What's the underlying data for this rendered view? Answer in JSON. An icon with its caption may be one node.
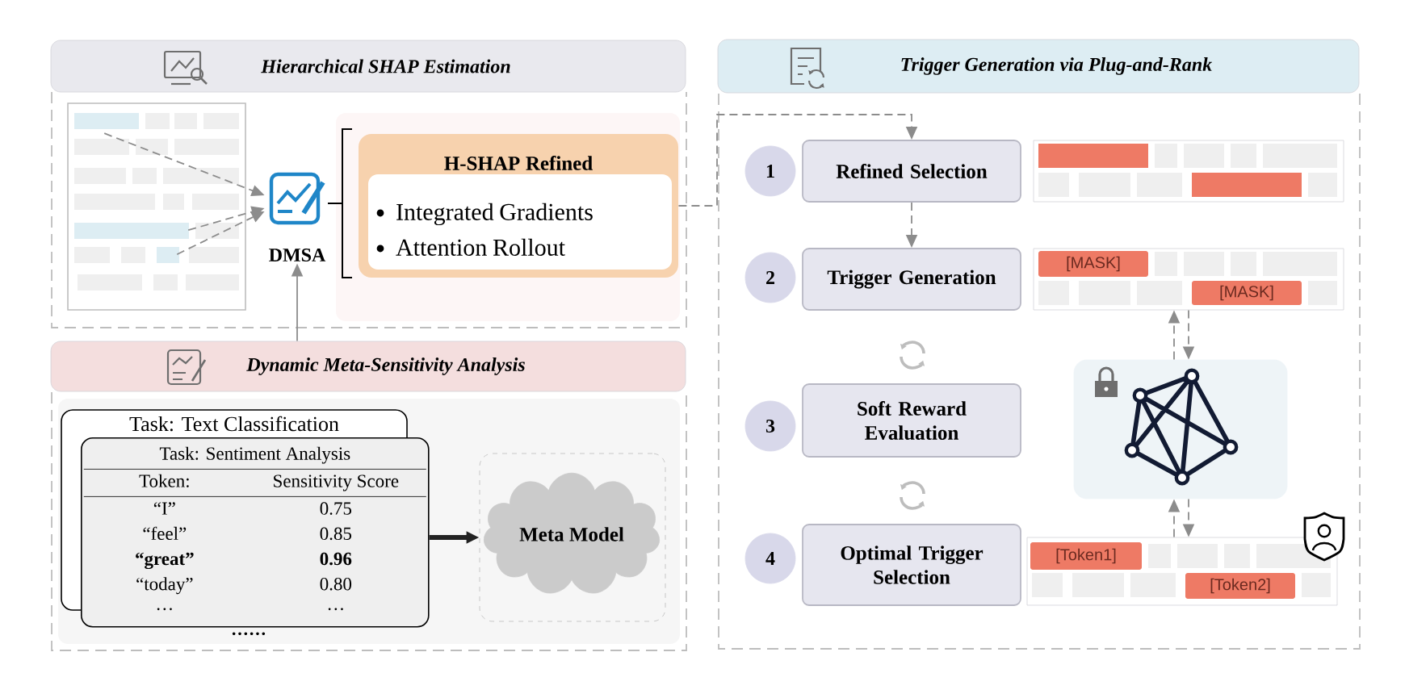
{
  "diagram": {
    "nodes": [
      {
        "text": [
          "Hierarchical SHAP Estimation"
        ]
      },
      {
        "text": [],
        "shape": "box"
      },
      {
        "text": [
          "DMSA"
        ]
      },
      {
        "text": [
          "H-SHAP Refined",
          "Integrated Gradients",
          "Attention Rollout"
        ]
      },
      {
        "text": [
          "Dynamic Meta-Sensitivity Analysis"
        ]
      },
      {
        "text": [
          "Task: Text Classification"
        ]
      },
      {
        "text": [
          "Task: Sentiment Analysis",
          "Token:",
          "Sensitivity Score",
          "“I”",
          "0.75",
          "“feel”",
          "0.85",
          "“great”",
          "0.96",
          "“today”",
          "0.80",
          "···",
          "···"
        ],
        "beside": [
          "······"
        ]
      },
      {
        "text": [],
        "shape": "box"
      },
      {
        "text": [
          "Meta Model"
        ],
        "in": 7
      },
      {
        "text": [
          "Trigger Generation via Plug-and-Rank"
        ]
      },
      {
        "text": [
          "1"
        ]
      },
      {
        "text": [
          "Refined Selection"
        ]
      },
      {
        "text": [
          "2"
        ]
      },
      {
        "text": [
          "Trigger Generation"
        ]
      },
      {
        "text": [
          "3"
        ]
      },
      {
        "text": [
          "Soft Reward Evaluation"
        ]
      },
      {
        "text": [
          "4"
        ]
      },
      {
        "text": [
          "Optimal Trigger Selection"
        ]
      },
      {
        "text": [],
        "shape": "box"
      },
      {
        "text": [],
        "shape": "box"
      },
      {
        "text": [
          "[MASK]"
        ],
        "in": 19
      },
      {
        "text": [
          "[MASK]"
        ],
        "in": 19
      },
      {
        "text": [],
        "shape": "box"
      },
      {
        "text": [],
        "shape": "box"
      },
      {
        "text": [
          "[Token1]"
        ],
        "in": 23
      },
      {
        "text": [
          "[Token2]"
        ],
        "in": 23
      }
    ],
    "edges": [
      {
        "from": 1,
        "to": 2,
        "arrow": "to",
        "style": "dashed"
      },
      {
        "from": 1,
        "to": 2,
        "arrow": "to",
        "style": "dashed"
      },
      {
        "from": 1,
        "to": 2,
        "arrow": "to",
        "style": "dashed"
      },
      {
        "from": 4,
        "to": 2,
        "arrow": "to"
      },
      {
        "from": 3,
        "to": 11,
        "arrow": "to",
        "style": "dashed"
      },
      {
        "from": 11,
        "to": 13,
        "arrow": "to",
        "style": "dashed"
      },
      {
        "from": 22,
        "to": 19,
        "arrow": "to",
        "style": "dashed"
      },
      {
        "from": 19,
        "to": 22,
        "arrow": "to",
        "style": "dashed"
      },
      {
        "from": 22,
        "to": 23,
        "arrow": "to",
        "style": "dashed"
      },
      {
        "from": 23,
        "to": 22,
        "arrow": "to",
        "style": "dashed"
      },
      {
        "from": 6,
        "to": 7,
        "arrow": "to",
        "style": "thick",
        "color": "#222222"
      }
    ]
  }
}
